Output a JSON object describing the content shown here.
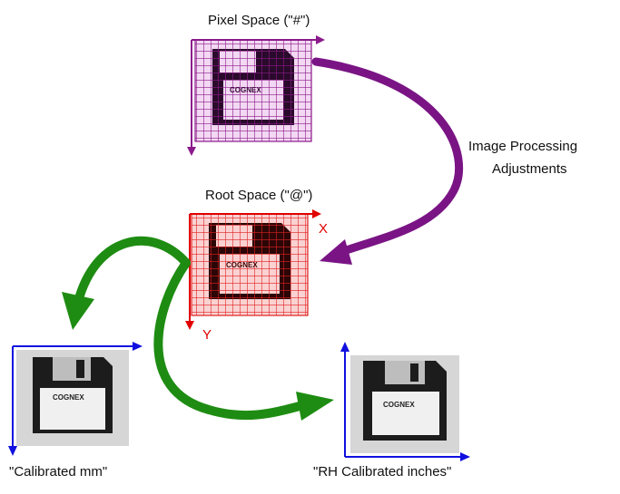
{
  "pixel_space": {
    "title": "Pixel Space (\"#\")",
    "logo_text": "COGNEX",
    "grid_color": "#8B1A8B"
  },
  "processing": {
    "line1": "Image Processing",
    "line2": "Adjustments",
    "arrow_color": "#7A1485"
  },
  "root_space": {
    "title": "Root Space (\"@\")",
    "logo_text": "COGNEX",
    "grid_color": "#E02020",
    "axis_x": "X",
    "axis_y": "Y",
    "axis_color": "#E00000"
  },
  "calibrated_mm": {
    "caption": "\"Calibrated mm\"",
    "logo_text": "COGNEX"
  },
  "calibrated_inches": {
    "caption": "\"RH Calibrated inches\"",
    "logo_text": "COGNEX"
  },
  "colors": {
    "calibration_arrow": "#1E8C12",
    "frame_axes": "#1010E0",
    "disk_body": "#1C1C1C",
    "photo_bg": "#D6D6D6"
  }
}
